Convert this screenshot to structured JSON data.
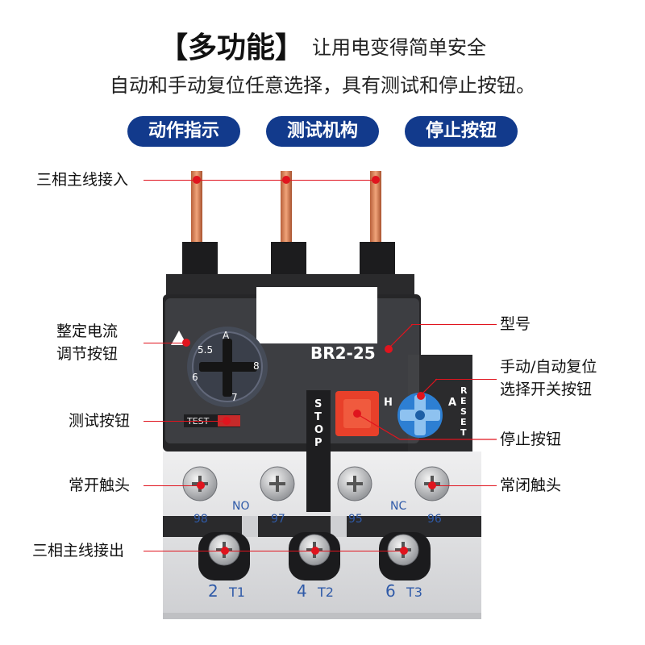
{
  "header": {
    "title": "【多功能】",
    "title_suffix": "让用电变得简单安全",
    "subtitle": "自动和手动复位任意选择，具有测试和停止按钮。"
  },
  "features": [
    "动作指示",
    "测试机构",
    "停止按钮"
  ],
  "callouts": {
    "three_phase_in": "三相主线接入",
    "setting_current_line1": "整定电流",
    "setting_current_line2": "调节按钮",
    "test_button": "测试按钮",
    "no_contact": "常开触头",
    "three_phase_out": "三相主线接出",
    "model": "型号",
    "reset_selector_line1": "手动/自动复位",
    "reset_selector_line2": "选择开关按钮",
    "stop_button": "停止按钮",
    "nc_contact": "常闭触头"
  },
  "device": {
    "model_label": "BR2-25",
    "dial_labels": [
      "5.5",
      "A",
      "6",
      "7",
      "8"
    ],
    "test_label": "TEST",
    "stop_label": "STOP",
    "reset_label": "RESET",
    "h_label": "H",
    "a_label": "A",
    "terminal_labels": [
      "98",
      "NO",
      "97",
      "95",
      "NC",
      "96"
    ],
    "output_labels": [
      "2",
      "T1",
      "4",
      "T2",
      "6",
      "T3"
    ]
  },
  "colors": {
    "accent_red": "#e0141e",
    "pill_blue": "#123a8c",
    "reset_blue": "#2d7fd3",
    "stop_red": "#e8402a"
  }
}
